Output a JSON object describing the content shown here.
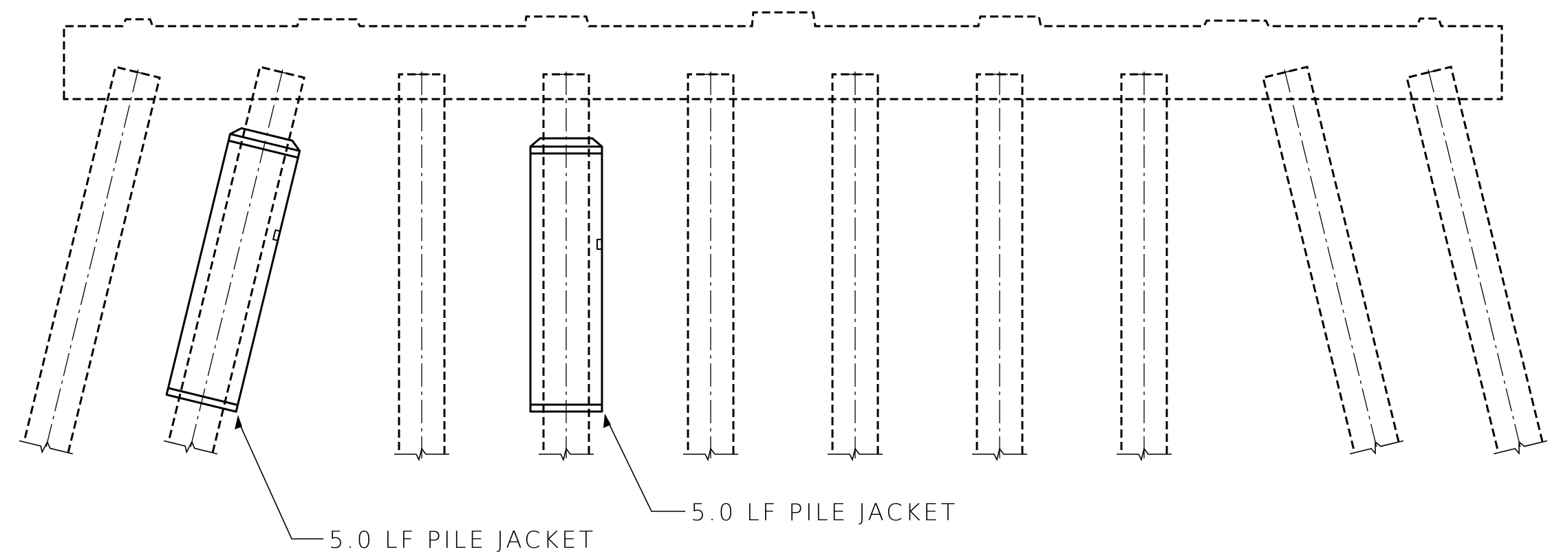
{
  "diagram": {
    "pile_count": 10,
    "jacketed_piles": [
      2,
      4
    ],
    "callouts": [
      {
        "pile": 2,
        "text": "5.0 LF PILE JACKET"
      },
      {
        "pile": 4,
        "text": "5.0 LF PILE JACKET"
      }
    ],
    "colors": {
      "line": "#000000",
      "background": "#ffffff"
    }
  }
}
